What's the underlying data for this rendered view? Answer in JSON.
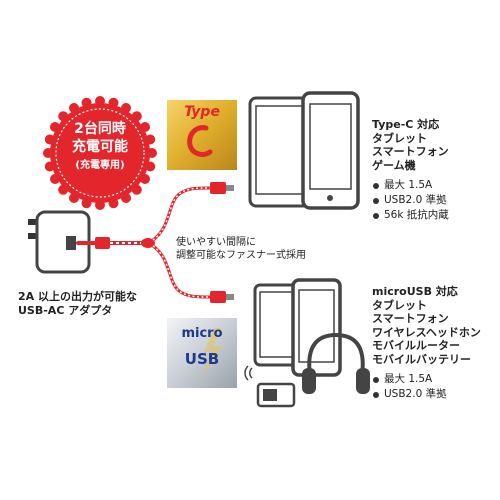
{
  "badge": {
    "line1": "2台同時",
    "line2": "充電可能",
    "line3": "(充電専用)",
    "color": "#e3252c"
  },
  "typec_logo": {
    "line1": "Type",
    "line2": "C"
  },
  "micro_logo": {
    "line1": "micro",
    "line2": "USB"
  },
  "adapter_caption": {
    "line1": "2A 以上の出力が可能な",
    "line2": "USB-AC アダプタ"
  },
  "cable_caption": {
    "line1": "使いやすい間隔に",
    "line2": "調整可能なファスナー式採用"
  },
  "typec_section": {
    "lines": [
      "Type-C 対応",
      "タブレット",
      "スマートフォン",
      "ゲーム機"
    ],
    "specs": [
      "最大 1.5A",
      "USB2.0 準拠",
      "56k 抵抗内蔵"
    ]
  },
  "micro_section": {
    "lines": [
      "microUSB 対応",
      "タブレット",
      "スマートフォン",
      "ワイヤレスヘッドホン",
      "モバイルルーター",
      "モバイルバッテリー"
    ],
    "specs": [
      "最大 1.5A",
      "USB2.0 準拠"
    ]
  },
  "colors": {
    "cable_red": "#e3252c",
    "gold": "#d9a520",
    "silver": "#c8ccd2",
    "device_gray": "#444444"
  }
}
